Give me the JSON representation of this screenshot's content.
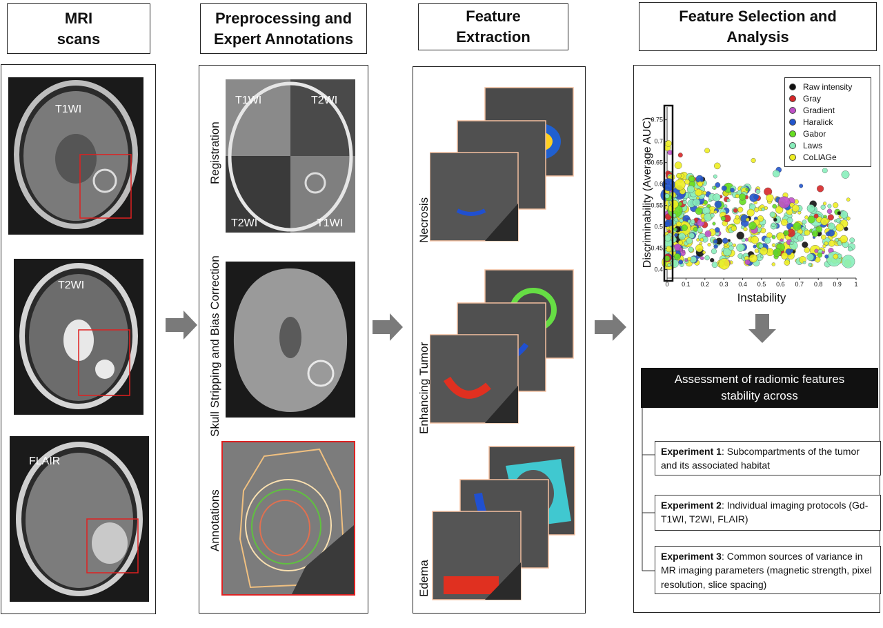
{
  "headers": {
    "mri": "MRI\nscans",
    "preprocessing": "Preprocessing and\nExpert Annotations",
    "feature_extraction": "Feature\nExtraction",
    "feature_selection": "Feature Selection and\nAnalysis"
  },
  "mri_scans": {
    "t1": "T1WI",
    "t2": "T2WI",
    "flair": "FLAIR"
  },
  "preprocessing": {
    "registration_label": "Registration",
    "skull_label": "Skull Stripping and Bias Correction",
    "annotations_label": "Annotations",
    "quadrants": [
      "T1WI",
      "T2WI",
      "T2WI",
      "T1WI"
    ]
  },
  "feature_extraction": {
    "necrosis": "Necrosis",
    "enhancing": "Enhancing Tumor",
    "edema": "Edema"
  },
  "chart_data": {
    "type": "scatter",
    "xlabel": "Instability",
    "ylabel": "Discriminability (Average AUC)",
    "xlim": [
      0,
      1
    ],
    "ylim": [
      0.38,
      0.78
    ],
    "x_ticks": [
      "0",
      "0.1",
      "0.2",
      "0.3",
      "0.4",
      "0.5",
      "0.6",
      "0.7",
      "0.8",
      "0.9",
      "1"
    ],
    "y_ticks": [
      "0.4",
      "0.45",
      "0.5",
      "0.55",
      "0.6",
      "0.65",
      "0.7",
      "0.75"
    ],
    "legend_position": "top-right",
    "series": [
      {
        "name": "Raw intensity",
        "color": "#111111"
      },
      {
        "name": "Gray",
        "color": "#d62728"
      },
      {
        "name": "Gradient",
        "color": "#c050c8"
      },
      {
        "name": "Haralick",
        "color": "#2255cc"
      },
      {
        "name": "Gabor",
        "color": "#66dd22"
      },
      {
        "name": "Laws",
        "color": "#88eebb"
      },
      {
        "name": "CoLlAGe",
        "color": "#eeee22"
      }
    ]
  },
  "assessment": {
    "title": "Assessment of radiomic features stability across"
  },
  "experiments": [
    {
      "bold": "Experiment 1",
      "text": ": Subcompartments of the tumor and its associated habitat"
    },
    {
      "bold": "Experiment 2",
      "text": ": Individual imaging protocols   (Gd-T1WI, T2WI, FLAIR)"
    },
    {
      "bold": "Experiment 3",
      "text": ": Common sources of variance in MR imaging parameters (magnetic strength, pixel resolution, slice spacing)"
    }
  ]
}
